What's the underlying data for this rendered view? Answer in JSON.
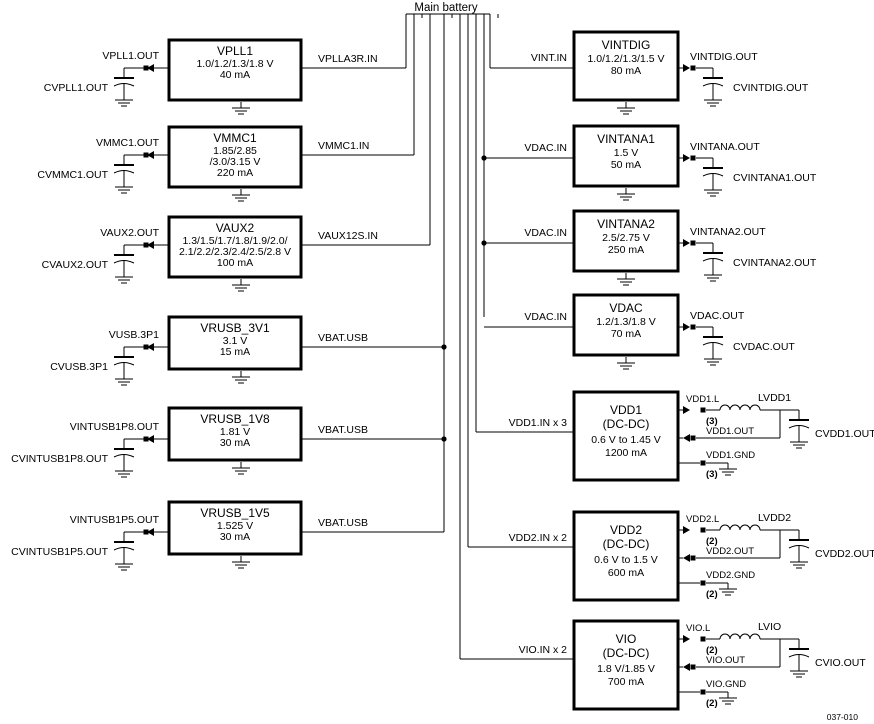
{
  "supply_label": "Main battery",
  "figure_id": "037-010",
  "left_regulators": [
    {
      "name": "VPLL1",
      "spec": [
        "1.0/1.2/1.3/1.8 V",
        "40 mA"
      ],
      "input": "VPLLA3R.IN",
      "output": "VPLL1.OUT",
      "cap": "CVPLL1.OUT"
    },
    {
      "name": "VMMC1",
      "spec": [
        "1.85/2.85",
        "/3.0/3.15 V",
        "220 mA"
      ],
      "input": "VMMC1.IN",
      "output": "VMMC1.OUT",
      "cap": "CVMMC1.OUT"
    },
    {
      "name": "VAUX2",
      "spec": [
        "1.3/1.5/1.7/1.8/1.9/2.0/",
        "2.1/2.2/2.3/2.4/2.5/2.8 V",
        "100 mA"
      ],
      "input": "VAUX12S.IN",
      "output": "VAUX2.OUT",
      "cap": "CVAUX2.OUT"
    },
    {
      "name": "VRUSB_3V1",
      "spec": [
        "3.1 V",
        "15 mA"
      ],
      "input": "VBAT.USB",
      "output": "VUSB.3P1",
      "cap": "CVUSB.3P1"
    },
    {
      "name": "VRUSB_1V8",
      "spec": [
        "1.81 V",
        "30 mA"
      ],
      "input": "VBAT.USB",
      "output": "VINTUSB1P8.OUT",
      "cap": "CVINTUSB1P8.OUT"
    },
    {
      "name": "VRUSB_1V5",
      "spec": [
        "1.525 V",
        "30 mA"
      ],
      "input": "VBAT.USB",
      "output": "VINTUSB1P5.OUT",
      "cap": "CVINTUSB1P5.OUT"
    }
  ],
  "right_ldos": [
    {
      "name": "VINTDIG",
      "spec": [
        "1.0/1.2/1.3/1.5 V",
        "80 mA"
      ],
      "input": "VINT.IN",
      "output": "VINTDIG.OUT",
      "cap": "CVINTDIG.OUT"
    },
    {
      "name": "VINTANA1",
      "spec": [
        "1.5 V",
        "50 mA"
      ],
      "input": "VDAC.IN",
      "output": "VINTANA.OUT",
      "cap": "CVINTANA1.OUT"
    },
    {
      "name": "VINTANA2",
      "spec": [
        "2.5/2.75 V",
        "250 mA"
      ],
      "input": "VDAC.IN",
      "output": "VINTANA2.OUT",
      "cap": "CVINTANA2.OUT"
    },
    {
      "name": "VDAC",
      "spec": [
        "1.2/1.3/1.8 V",
        "70 mA"
      ],
      "input": "VDAC.IN",
      "output": "VDAC.OUT",
      "cap": "CVDAC.OUT"
    }
  ],
  "dcdc": [
    {
      "name": "VDD1",
      "type": "(DC-DC)",
      "spec": [
        "0.6 V to 1.45 V",
        "1200 mA"
      ],
      "input": "VDD1.IN x 3",
      "pin_l": "VDD1.L",
      "inductor": "LVDD1",
      "pin_out": "VDD1.OUT",
      "pin_gnd": "VDD1.GND",
      "cap": "CVDD1.OUT",
      "mult_l": "(3)",
      "mult_gnd": "(3)"
    },
    {
      "name": "VDD2",
      "type": "(DC-DC)",
      "spec": [
        "0.6 V to 1.5 V",
        "600 mA"
      ],
      "input": "VDD2.IN x 2",
      "pin_l": "VDD2.L",
      "inductor": "LVDD2",
      "pin_out": "VDD2.OUT",
      "pin_gnd": "VDD2.GND",
      "cap": "CVDD2.OUT",
      "mult_l": "(2)",
      "mult_gnd": "(2)"
    },
    {
      "name": "VIO",
      "type": "(DC-DC)",
      "spec": [
        "1.8 V/1.85 V",
        "700 mA"
      ],
      "input": "VIO.IN x 2",
      "pin_l": "VIO.L",
      "inductor": "LVIO",
      "pin_out": "VIO.OUT",
      "pin_gnd": "VIO.GND",
      "cap": "CVIO.OUT",
      "mult_l": "(2)",
      "mult_gnd": "(2)"
    }
  ]
}
